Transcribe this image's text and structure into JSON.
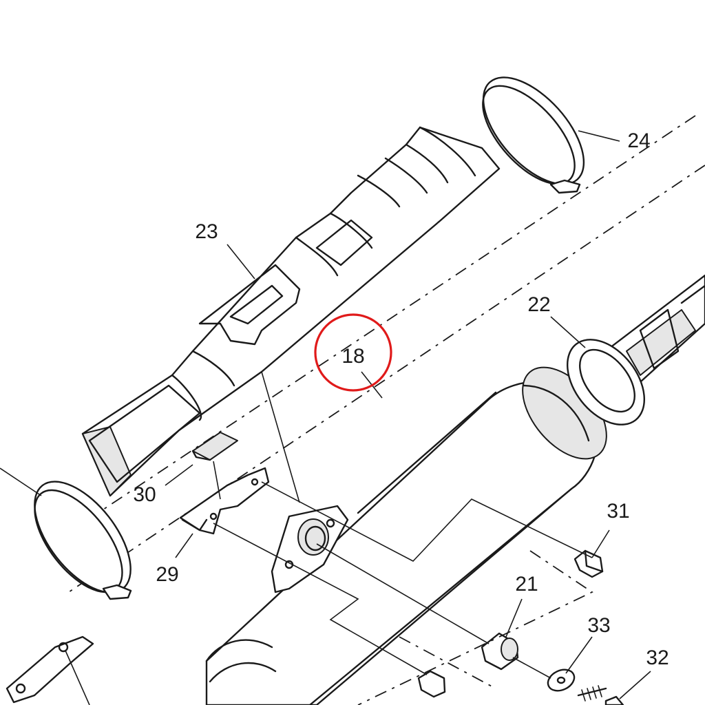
{
  "diagram": {
    "callouts": [
      {
        "id": "c18",
        "label": "18"
      },
      {
        "id": "c21",
        "label": "21"
      },
      {
        "id": "c22",
        "label": "22"
      },
      {
        "id": "c23",
        "label": "23"
      },
      {
        "id": "c24",
        "label": "24"
      },
      {
        "id": "c29",
        "label": "29"
      },
      {
        "id": "c30",
        "label": "30"
      },
      {
        "id": "c31",
        "label": "31"
      },
      {
        "id": "c32",
        "label": "32"
      },
      {
        "id": "c33",
        "label": "33"
      }
    ],
    "highlight": {
      "label": "18",
      "color": "#e01a1a"
    },
    "line_color": "#1a1a1a",
    "background": "#ffffff"
  }
}
